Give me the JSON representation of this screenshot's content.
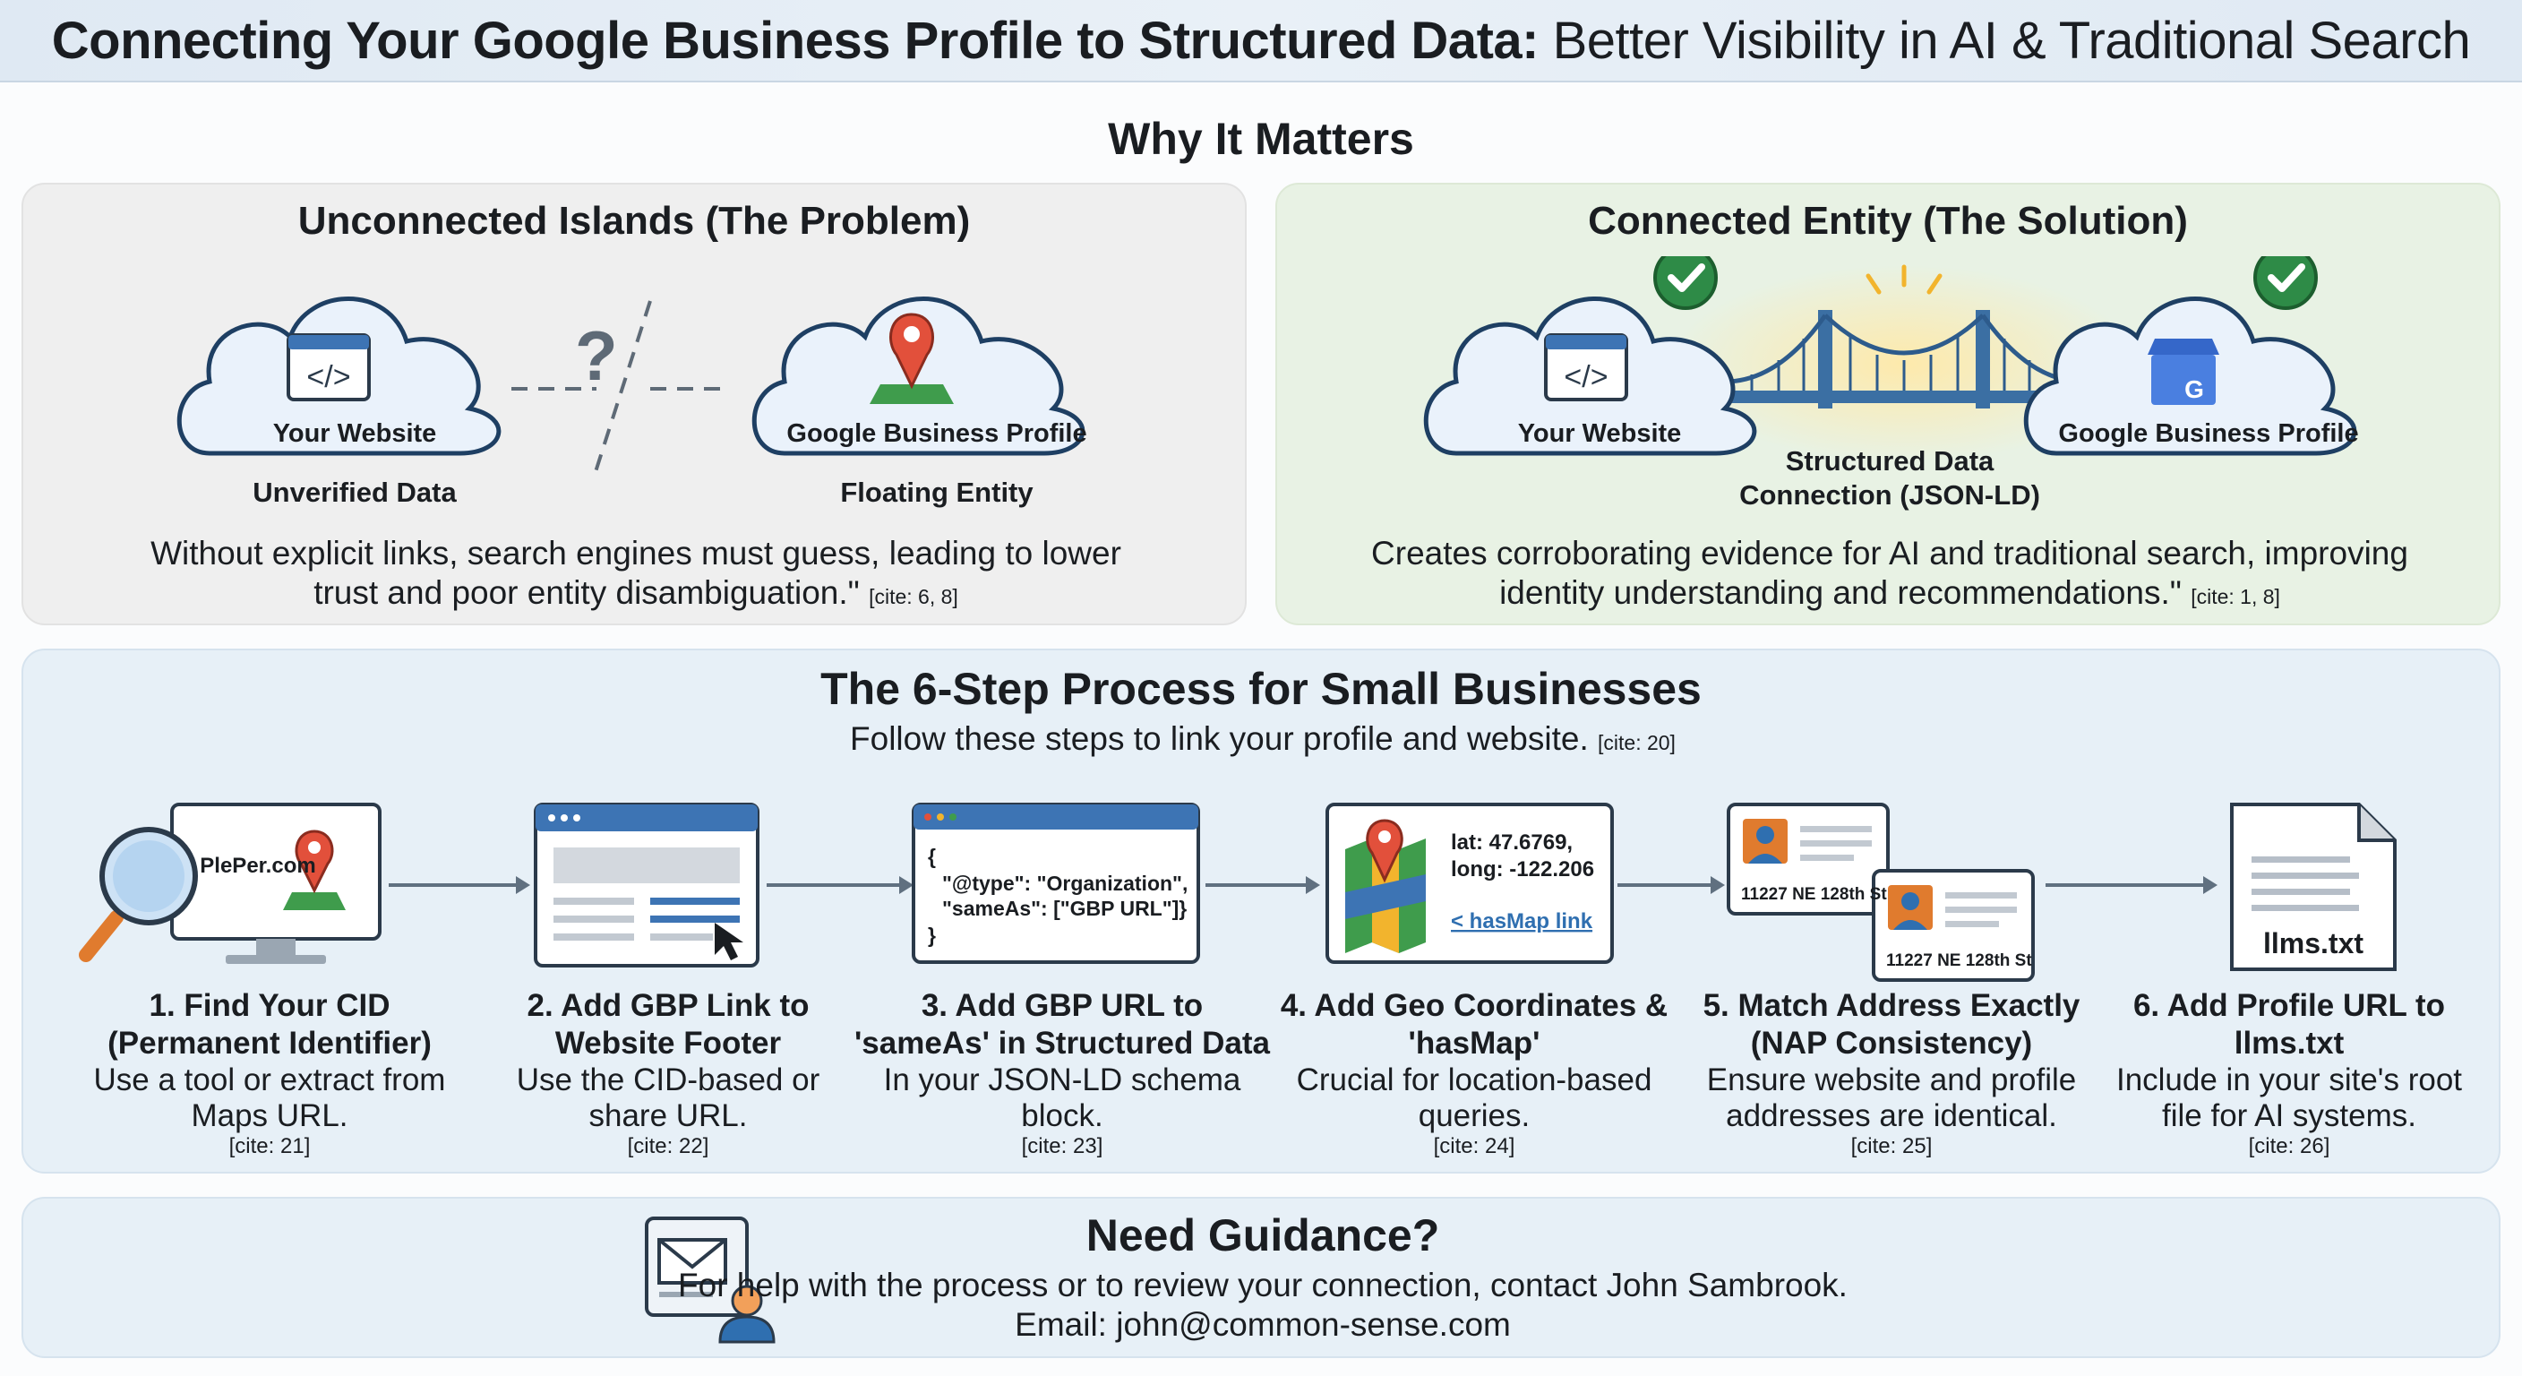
{
  "header": {
    "title_bold": "Connecting Your Google Business Profile to Structured Data:",
    "title_rest": " Better Visibility in AI & Traditional Search"
  },
  "why": {
    "heading": "Why It Matters",
    "problem": {
      "heading": "Unconnected Islands (The Problem)",
      "website_label": "Your Website",
      "website_sub": "Unverified Data",
      "gbp_label": "Google Business Profile",
      "gbp_sub": "Floating Entity",
      "question_mark": "?",
      "text_line1": "Without explicit links, search engines must guess, leading to lower",
      "text_line2": "trust and poor entity disambiguation.\"",
      "cite": "[cite: 6, 8]"
    },
    "solution": {
      "heading": "Connected Entity (The Solution)",
      "website_label": "Your Website",
      "gbp_label": "Google Business Profile",
      "bridge_label_line1": "Structured Data",
      "bridge_label_line2": "Connection (JSON-LD)",
      "text_line1": "Creates corroborating evidence for AI and traditional search, improving",
      "text_line2": "identity understanding and recommendations.\"",
      "cite": "[cite: 1, 8]"
    }
  },
  "process": {
    "heading": "The 6-Step Process for Small Businesses",
    "subheading": "Follow these steps to link your profile and website.",
    "subcite": "[cite: 20]",
    "steps": [
      {
        "title1": "1. Find Your CID",
        "title2": "(Permanent Identifier)",
        "desc1": "Use a tool or extract from",
        "desc2": "Maps URL.",
        "cite": "[cite: 21]",
        "icon_text": "PlePer.com"
      },
      {
        "title1": "2. Add GBP Link to",
        "title2": "Website Footer",
        "desc1": "Use the CID-based or",
        "desc2": "share URL.",
        "cite": "[cite: 22]"
      },
      {
        "title1": "3. Add GBP URL to",
        "title2": "'sameAs' in Structured Data",
        "desc1": "In your JSON-LD schema",
        "desc2": "block.",
        "cite": "[cite: 23]",
        "code1": "{",
        "code2": "\"@type\": \"Organization\",",
        "code3": "\"sameAs\": [\"GBP URL\"]}",
        "code4": "}"
      },
      {
        "title1": "4. Add Geo Coordinates &",
        "title2": "'hasMap'",
        "desc1": "Crucial for location-based",
        "desc2": "queries.",
        "cite": "[cite: 24]",
        "lat": "lat: 47.6769,",
        "long": "long: -122.206",
        "link": "< hasMap link"
      },
      {
        "title1": "5. Match Address Exactly",
        "title2": "(NAP Consistency)",
        "desc1": "Ensure website and profile",
        "desc2": "addresses are identical.",
        "cite": "[cite: 25]",
        "address": "11227 NE 128th St"
      },
      {
        "title1": "6. Add Profile URL to",
        "title2": "llms.txt",
        "desc1": "Include in your site's root",
        "desc2": "file for AI systems.",
        "cite": "[cite: 26]",
        "file": "llms.txt"
      }
    ]
  },
  "guidance": {
    "heading": "Need Guidance?",
    "line1": "For help with the process or to review your connection, contact John Sambrook.",
    "line2": "Email: john@common-sense.com"
  },
  "colors": {
    "accent_blue": "#2f6fb0",
    "check_green": "#2e8b47",
    "pin_red": "#e2503b",
    "icon_orange": "#e07b2e"
  },
  "icons": [
    "code-window-icon",
    "map-pin-icon",
    "checkmark-icon",
    "bridge-icon",
    "google-business-icon",
    "magnifier-icon",
    "monitor-icon",
    "browser-icon",
    "cursor-icon",
    "code-window-icon",
    "map-icon",
    "id-card-icon",
    "document-icon",
    "envelope-icon",
    "person-icon"
  ]
}
